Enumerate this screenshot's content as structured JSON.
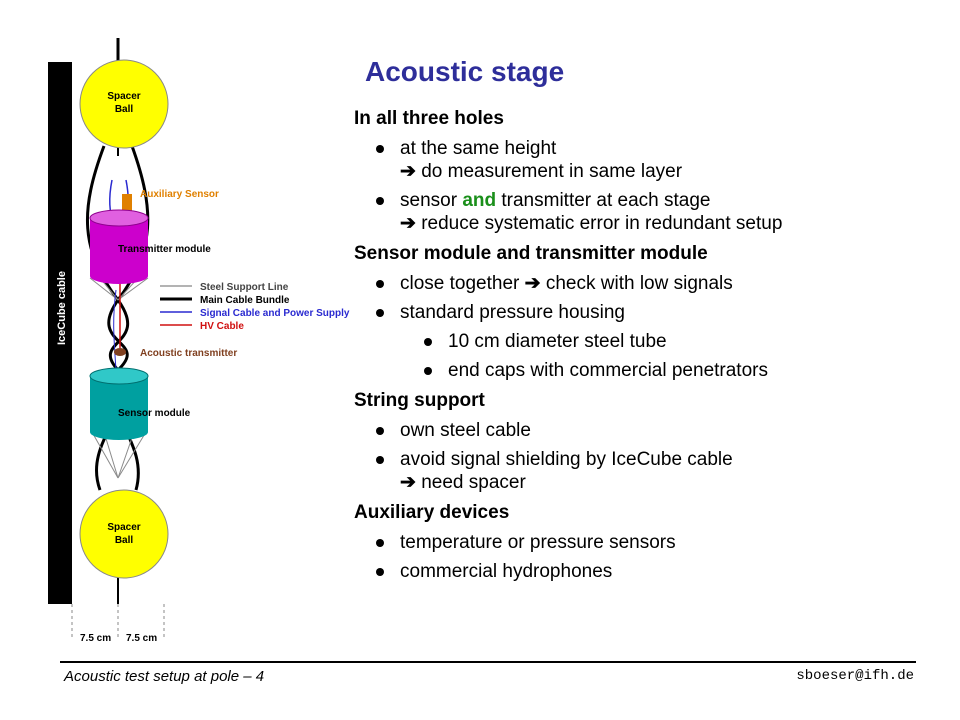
{
  "title": "Acoustic stage",
  "diagram": {
    "cable_label": "IceCube cable",
    "spacer_top": [
      "Spacer",
      "Ball"
    ],
    "spacer_bottom": [
      "Spacer",
      "Ball"
    ],
    "auxiliary_sensor": "Auxiliary Sensor",
    "transmitter_module": "Transmitter module",
    "acoustic_transmitter": "Acoustic transmitter",
    "sensor_module": "Sensor module",
    "legend": [
      {
        "label": "Steel Support Line",
        "color": "#9a9a9a"
      },
      {
        "label": "Main Cable Bundle",
        "color": "#000000"
      },
      {
        "label": "Signal Cable and Power Supply",
        "color": "#2a2ad0"
      },
      {
        "label": "HV Cable",
        "color": "#d01010"
      }
    ],
    "dimension_left": "7.5 cm",
    "dimension_right": "7.5 cm",
    "colors": {
      "spacer": "#ffff00",
      "transmitter": "#cc00cc",
      "sensor": "#00a0a0",
      "label_orange": "#e08000"
    }
  },
  "sections": [
    {
      "heading": "In all three holes",
      "items": [
        {
          "lines": [
            "at the same height",
            "do measurement in same layer"
          ]
        },
        {
          "pre": "sensor ",
          "highlight": "and",
          "post": " transmitter at each stage",
          "line2": "reduce systematic error in redundant setup"
        }
      ]
    },
    {
      "heading": "Sensor module and transmitter module",
      "items": [
        {
          "a": "close together",
          "b": "check with low signals"
        },
        {
          "text": "standard pressure housing"
        },
        {
          "text": "10 cm diameter steel tube"
        },
        {
          "text": "end caps with commercial penetrators"
        }
      ]
    },
    {
      "heading": "String support",
      "items": [
        {
          "text": "own steel cable"
        },
        {
          "lines": [
            "avoid signal shielding by IceCube cable",
            "need spacer"
          ]
        }
      ]
    },
    {
      "heading": "Auxiliary devices",
      "items": [
        {
          "text": "temperature or pressure sensors"
        },
        {
          "text": "commercial hydrophones"
        }
      ]
    }
  ],
  "arrow_glyph": "➔",
  "footer": {
    "left": "Acoustic test setup at pole – 4",
    "right": "sboeser@ifh.de"
  }
}
